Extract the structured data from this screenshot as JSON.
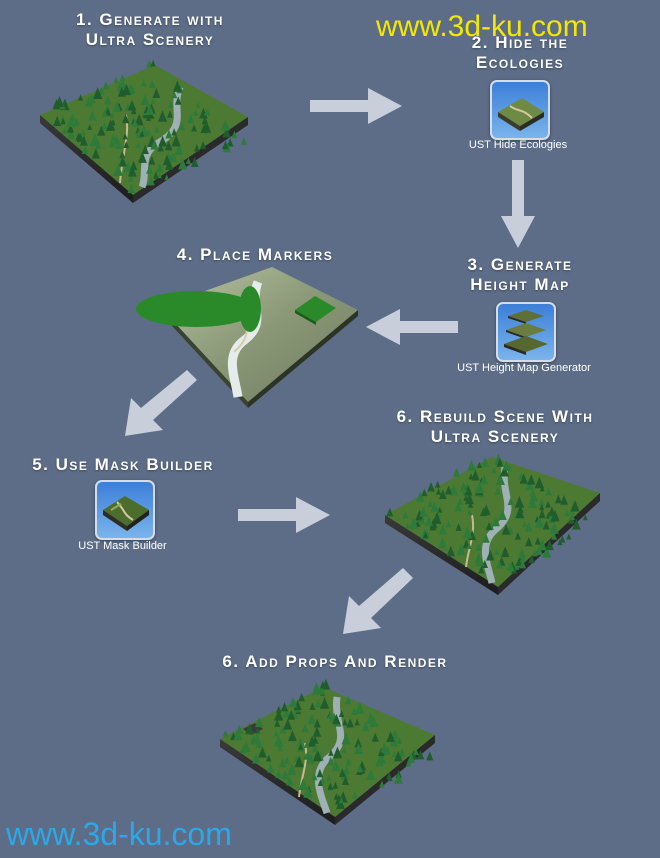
{
  "watermark_top": "www.3d-ku.com",
  "watermark_bottom": "www.3d-ku.com",
  "colors": {
    "background": "#5d6d88",
    "arrow": "#c8cfdb",
    "watermark_top": "#f3e800",
    "watermark_bottom": "#2aa8e8"
  },
  "steps": [
    {
      "title": "1. Generate with\nUltra Scenery"
    },
    {
      "title": "2. Hide the\nEcologies",
      "icon": "terrain-plane-icon",
      "icon_label": "UST Hide Ecologies"
    },
    {
      "title": "3. Generate\nHeight Map",
      "icon": "stacked-layers-icon",
      "icon_label": "UST Height Map Generator"
    },
    {
      "title": "4. Place Markers"
    },
    {
      "title": "5. Use Mask Builder",
      "icon": "terrain-mask-icon",
      "icon_label": "UST Mask Builder"
    },
    {
      "title": "6. Rebuild Scene With\nUltra Scenery"
    },
    {
      "title": "6. Add Props And Render"
    }
  ]
}
